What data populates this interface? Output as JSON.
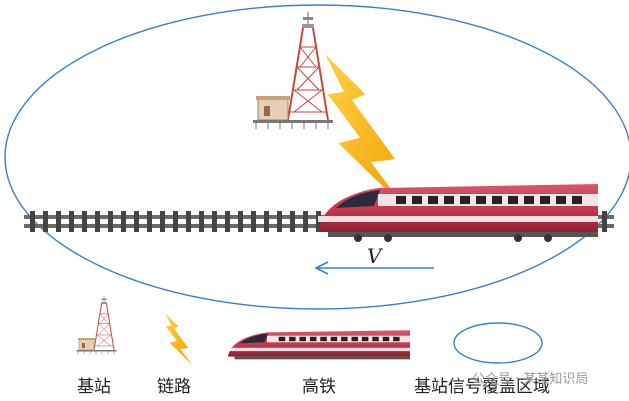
{
  "colors": {
    "coverage_outline": "#3a80c6",
    "arrow": "#3a80c6",
    "lightning": "#f5b016",
    "train_body": "#c2384f",
    "train_light": "#f2e3e6",
    "rail_dark": "#555555",
    "tower": "#c6473f"
  },
  "icons": [
    "base-station-icon",
    "lightning-link-icon",
    "high-speed-train-icon",
    "coverage-area-ellipse"
  ],
  "diagram": {
    "velocity_label": "V"
  },
  "legend": {
    "base_station": "基站",
    "link": "链路",
    "train": "高铁",
    "coverage": "基站信号覆盖区域"
  },
  "watermark": "公众号 · 某某知识局"
}
